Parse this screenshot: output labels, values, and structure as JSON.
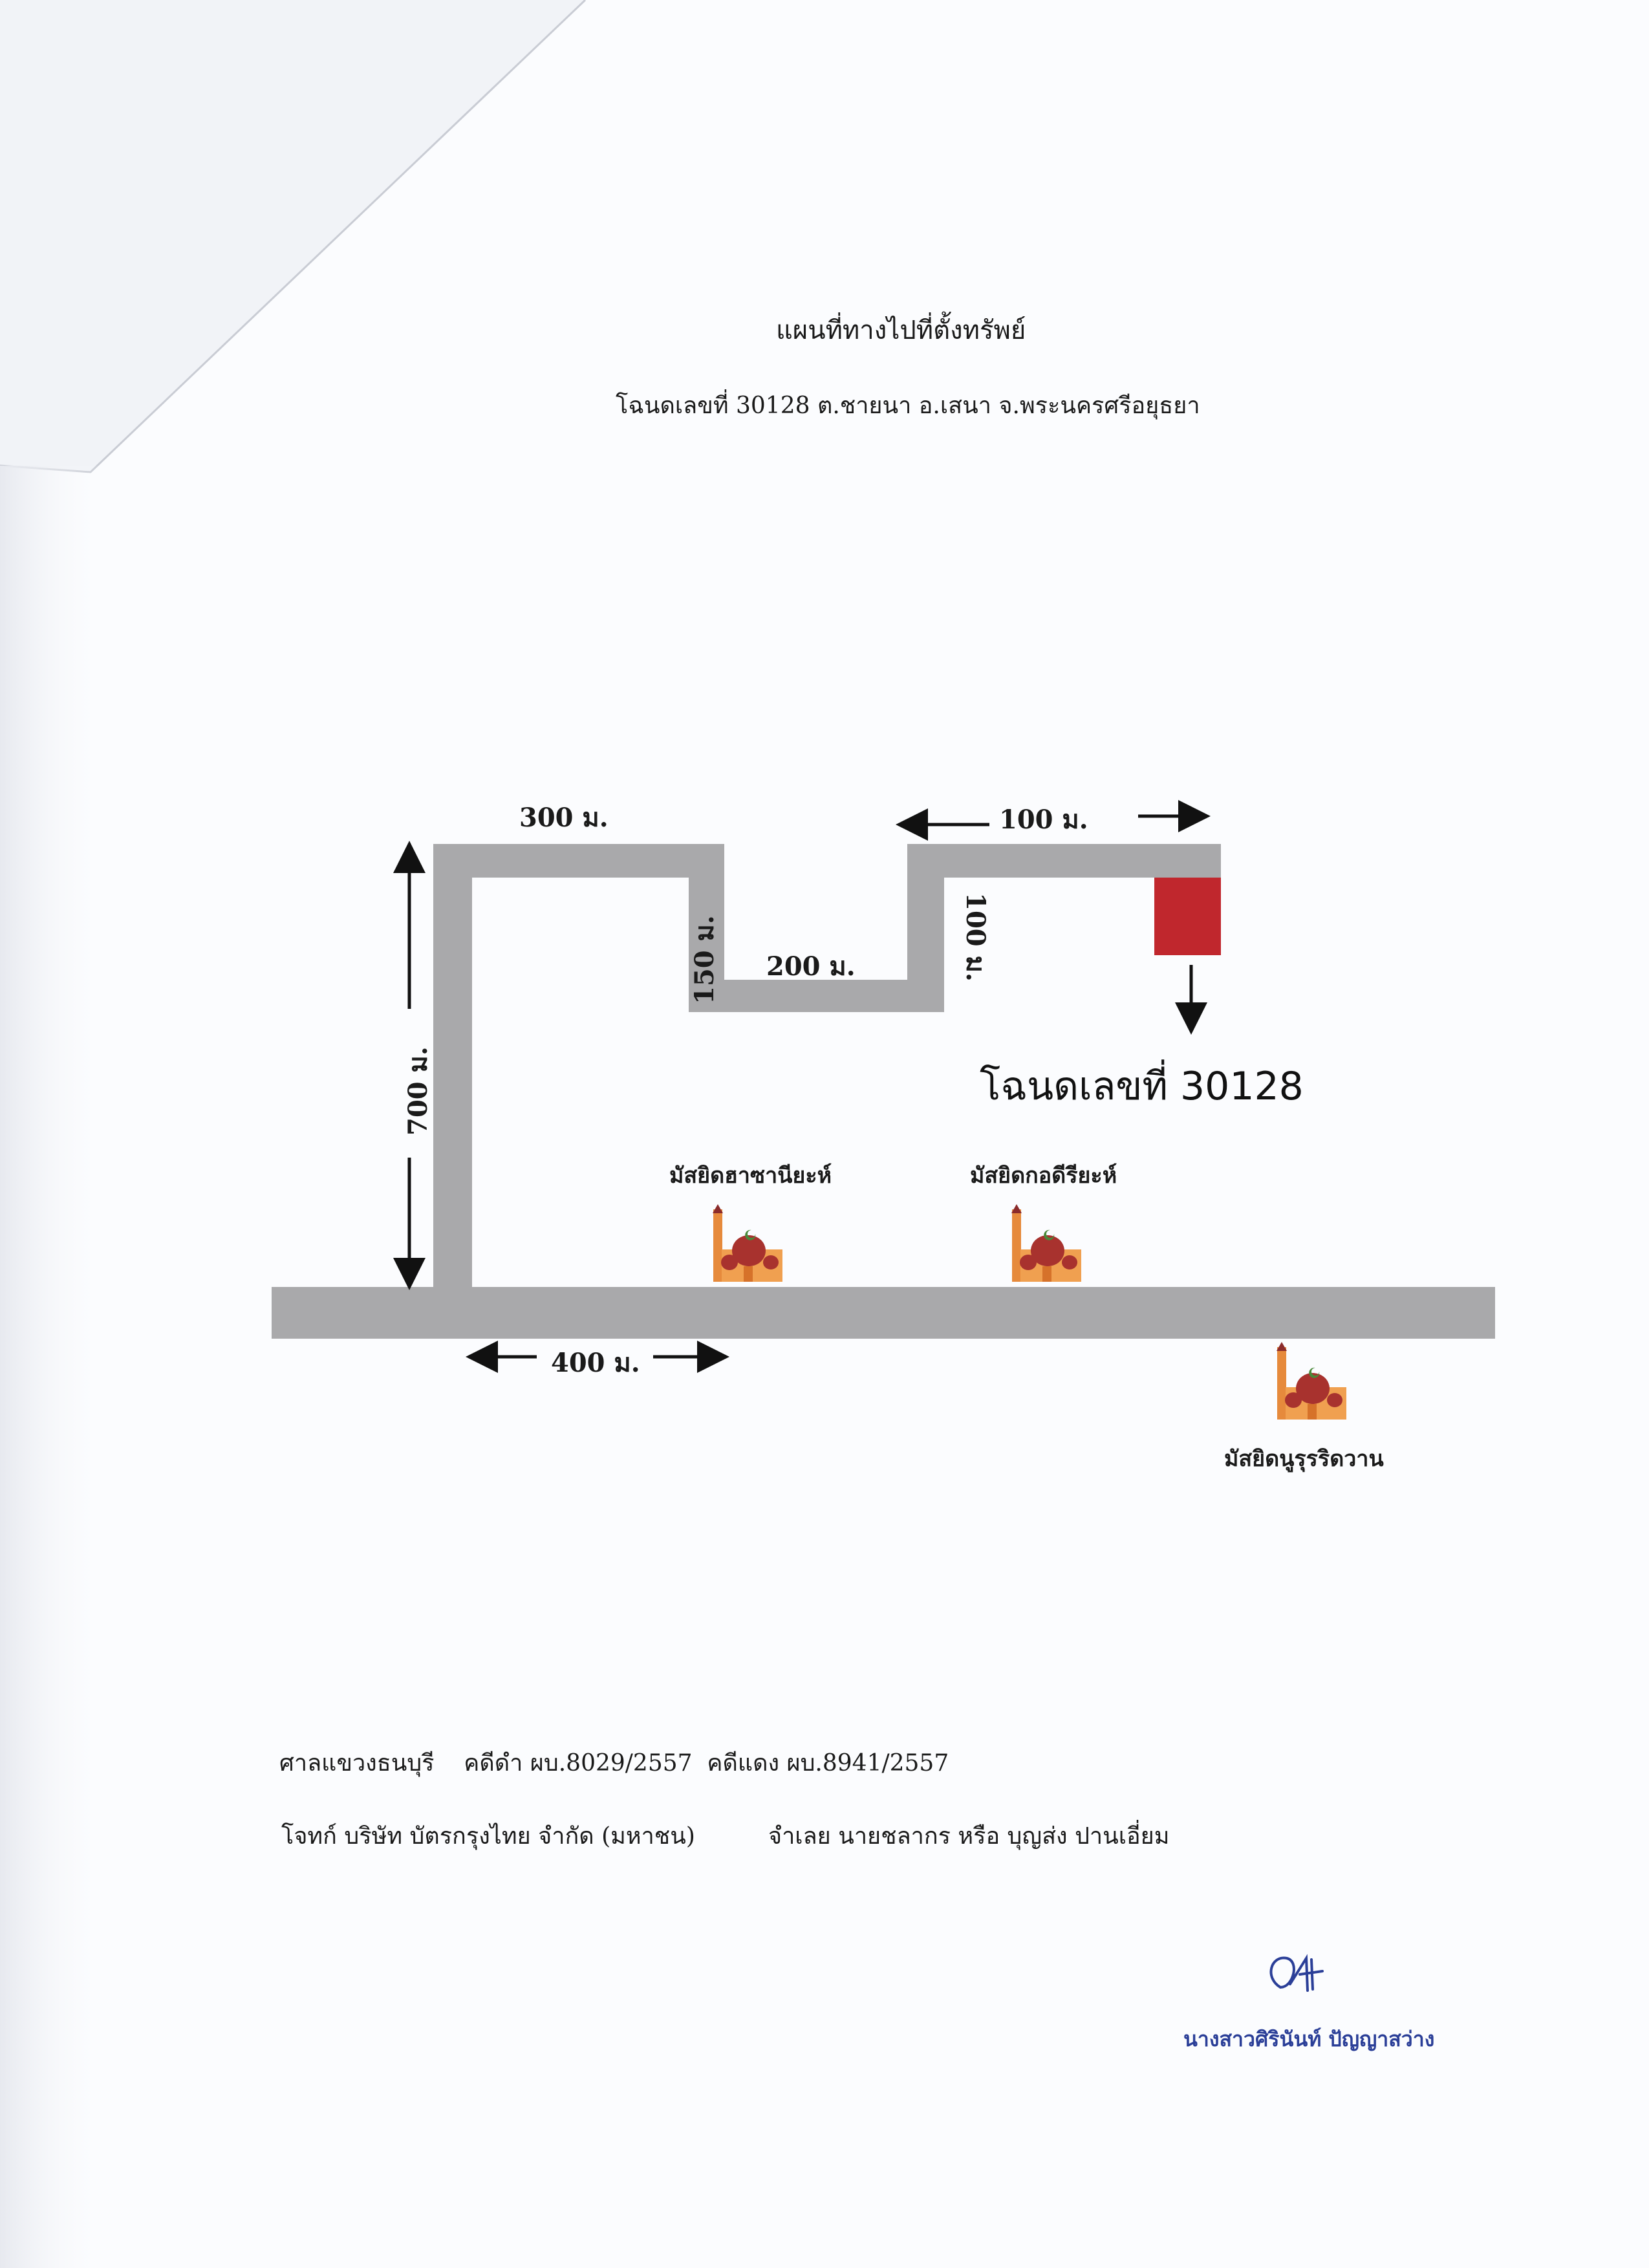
{
  "header": {
    "title": "แผนที่ทางไปที่ตั้งทรัพย์",
    "subtitle": "โฉนดเลขที่ 30128 ต.ชายนา อ.เสนา จ.พระนครศรีอยุธยา"
  },
  "map": {
    "distances": {
      "top_left": "300 ม.",
      "top_right": "100 ม.",
      "left_drop": "150 ม.",
      "notch_bottom": "200 ม.",
      "right_drop": "100 ม.",
      "vertical": "700 ม.",
      "bottom": "400 ม."
    },
    "deed_label": "โฉนดเลขที่ 30128",
    "property_color": "#c0272d",
    "road_color": "#a9a9ab",
    "mosques": [
      {
        "name": "มัสยิดฮาซานียะห์",
        "icon": "mosque-icon"
      },
      {
        "name": "มัสยิดกอดีรียะห์",
        "icon": "mosque-icon"
      },
      {
        "name": "มัสยิดนูรุรริดวาน",
        "icon": "mosque-icon"
      }
    ]
  },
  "footer": {
    "court_line": "ศาลแขวงธนบุรี    คดีดำ ผบ.8029/2557  คดีแดง ผบ.8941/2557",
    "plaintiff": "โจทก์ บริษัท บัตรกรุงไทย จำกัด (มหาชน)",
    "defendant": "จำเลย นายชลากร หรือ บุญส่ง ปานเอี่ยม",
    "signer": "นางสาวศิรินันท์ ปัญญาสว่าง"
  }
}
